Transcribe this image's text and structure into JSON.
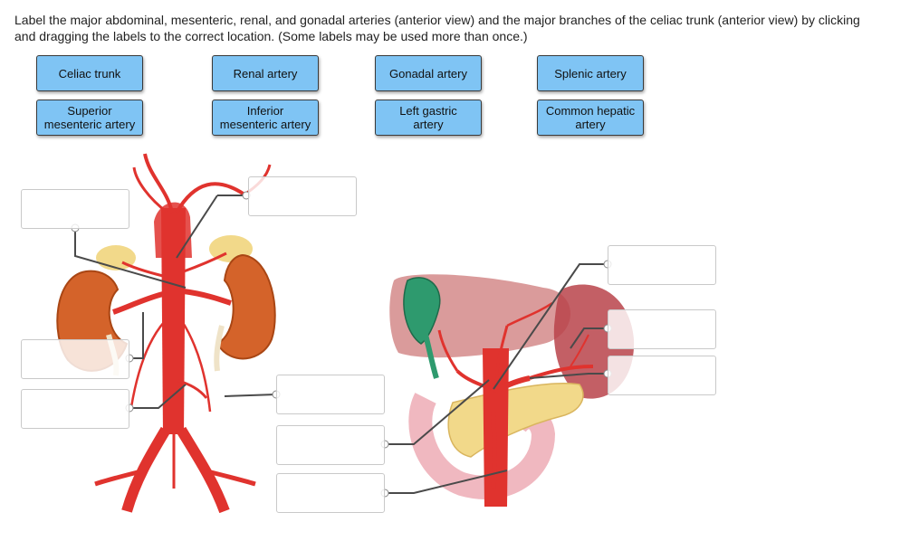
{
  "instructions": "Label the major abdominal, mesenteric, renal, and gonadal arteries (anterior view) and the major branches of the celiac trunk (anterior view) by clicking and dragging the labels to the correct location.  (Some labels may be used more than once.)",
  "labels": {
    "celiac_trunk": "Celiac trunk",
    "renal_artery": "Renal artery",
    "gonadal_artery": "Gonadal artery",
    "splenic_artery": "Splenic artery",
    "superior_mesenteric_1": "Superior",
    "superior_mesenteric_2": "mesenteric artery",
    "inferior_mesenteric_1": "Inferior",
    "inferior_mesenteric_2": "mesenteric artery",
    "left_gastric_1": "Left gastric",
    "left_gastric_2": "artery",
    "common_hepatic_1": "Common hepatic",
    "common_hepatic_2": "artery"
  },
  "colors": {
    "label_chip": "#7fc4f4",
    "artery": "#e0332e",
    "kidney": "#d4632a",
    "leader_line": "#4a4a4a"
  }
}
